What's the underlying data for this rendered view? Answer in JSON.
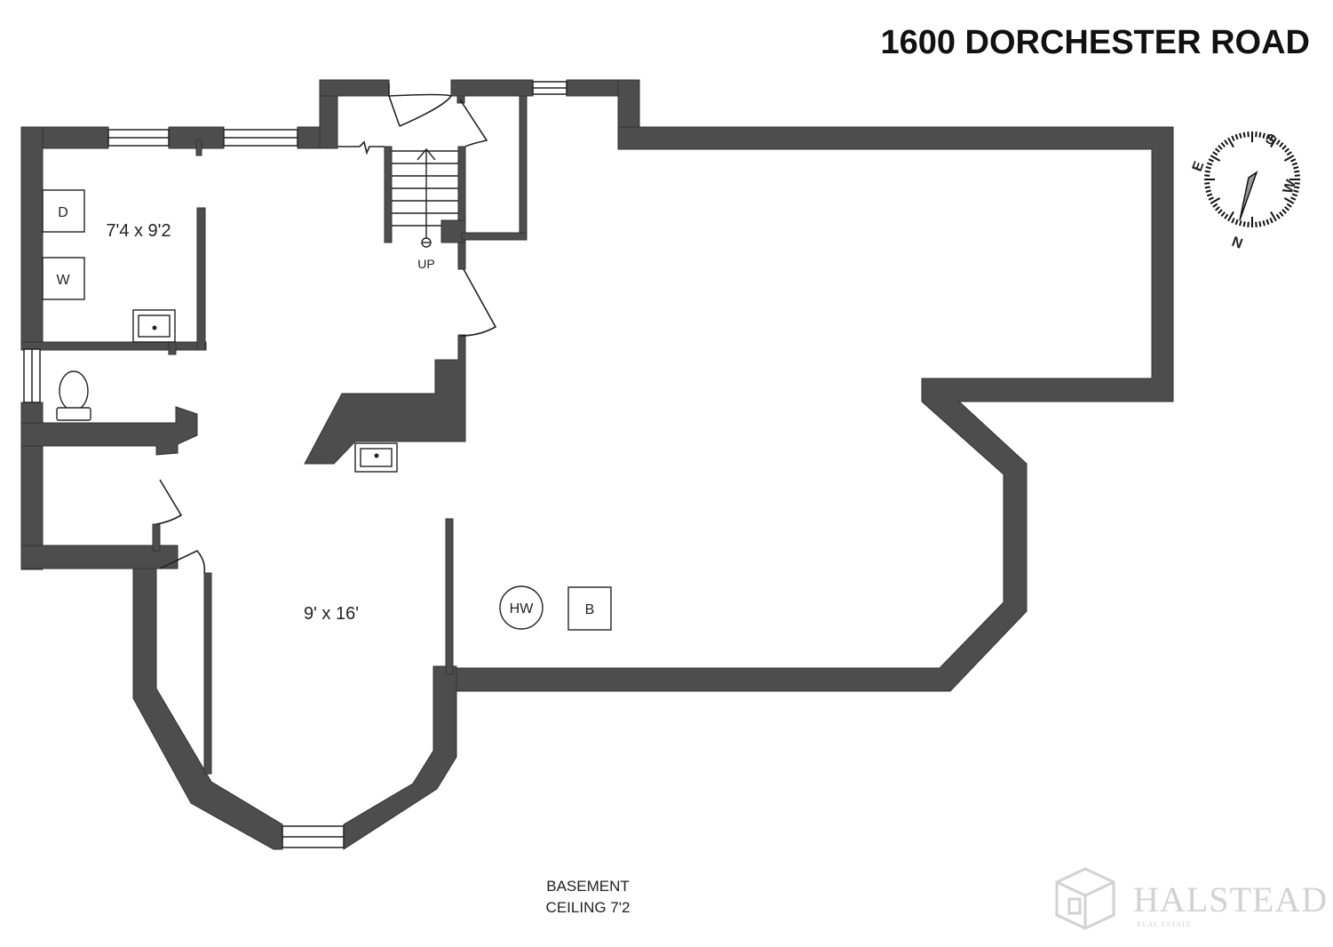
{
  "header": {
    "address": "1600 DORCHESTER ROAD"
  },
  "rooms": {
    "laundry_dims": "7'4 x 9'2",
    "main_dims": "9' x 16'"
  },
  "fixtures": {
    "dryer": "D",
    "washer": "W",
    "stairs": "UP",
    "water_heater": "HW",
    "boiler": "B"
  },
  "footer": {
    "level": "BASEMENT",
    "ceiling": "CEILING 7'2"
  },
  "compass": {
    "n": "N",
    "s": "S",
    "e": "E",
    "w": "W"
  },
  "watermark": {
    "brand": "HALSTEAD",
    "sub": "REAL ESTATE"
  },
  "colors": {
    "wall": "#4d4d4d",
    "line": "#222222",
    "watermark": "#d2d2d2"
  }
}
